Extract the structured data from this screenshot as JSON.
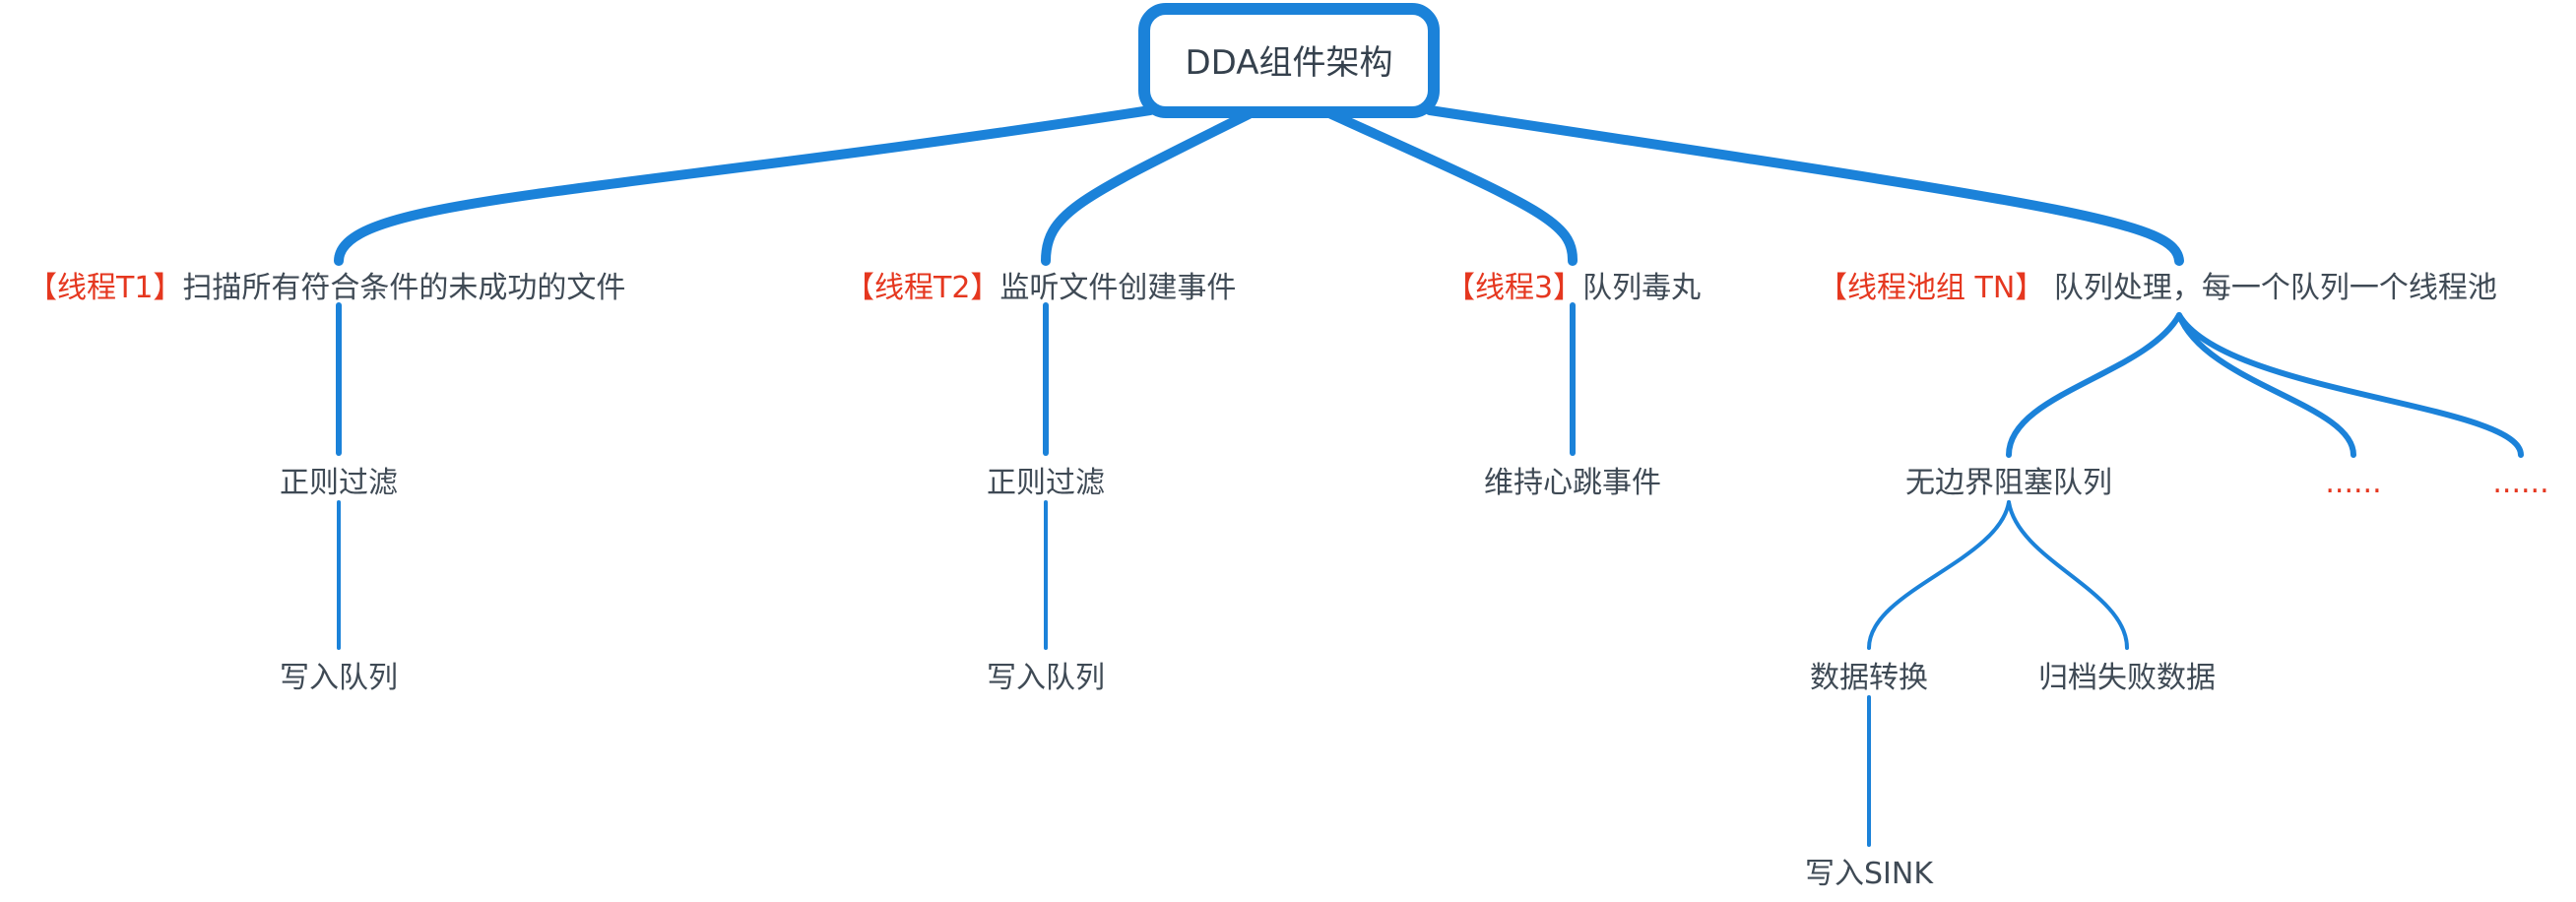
{
  "accent": "#1b82d9",
  "highlight": "#e5371f",
  "root": {
    "label": "DDA组件架构"
  },
  "threads": [
    {
      "tag": "【线程T1】",
      "desc": "扫描所有符合条件的未成功的文件",
      "steps": [
        "正则过滤",
        "写入队列"
      ]
    },
    {
      "tag": "【线程T2】",
      "desc": "监听文件创建事件",
      "steps": [
        "正则过滤",
        "写入队列"
      ]
    },
    {
      "tag": "【线程3】",
      "desc": "队列毒丸",
      "steps": [
        "维持心跳事件"
      ]
    },
    {
      "tag": "【线程池组 TN】",
      "desc": " 队列处理，每一个队列一个线程池",
      "queue": "无边界阻塞队列",
      "branches": [
        "数据转换",
        "归档失败数据"
      ],
      "sink": "写入SINK",
      "more": [
        "......",
        "......"
      ]
    }
  ]
}
